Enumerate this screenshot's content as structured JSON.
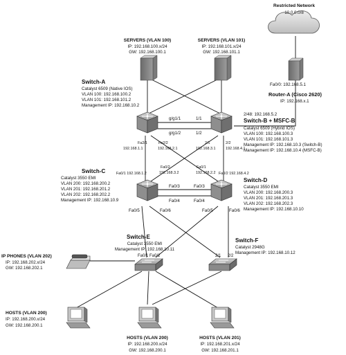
{
  "restricted_network": {
    "title": "Restricted Network",
    "subnet": "10.0.0.0/8"
  },
  "servers_100": {
    "title": "SERVERS (VLAN 100)",
    "ip": "IP: 192.168.100.x/24",
    "gw": "GW: 192.168.100.1"
  },
  "servers_101": {
    "title": "SERVERS (VLAN 101)",
    "ip": "IP: 192.168.101.x/24",
    "gw": "GW: 192.168.101.1"
  },
  "router_a": {
    "fa_ip": "Fa0/0: 192.168.5.1",
    "title": "Router-A (Cisco 2620)",
    "ip": "IP: 192.168.x.1"
  },
  "switch_a": {
    "title": "Switch-A",
    "model": "Catalyst 6509 (Native IOS)",
    "vlan100": "VLAN 100: 192.168.100.2",
    "vlan101": "VLAN 101: 192.168.101.2",
    "mgmt": "Management IP: 192.168.10.2"
  },
  "switch_b": {
    "port_ip": "2/48: 192.168.5.2",
    "title": "Switch-B + MSFC-B",
    "model": "Catalyst 6509 (Hybrid IOS)",
    "vlan100": "VLAN 100: 192.168.100.3",
    "vlan101": "VLAN 101: 192.168.101.3",
    "mgmt1": "Management IP: 192.168.10.3 (Switch-B)",
    "mgmt2": "Management IP: 192.168.10.4 (MSFC-B)"
  },
  "switch_c": {
    "title": "Switch-C",
    "model": "Catalyst 3550 EMI",
    "vlan200": "VLAN 200: 192.168.200.2",
    "vlan201": "VLAN 201: 192.168.201.2",
    "vlan202": "VLAN 202: 192.168.202.2",
    "mgmt": "Management IP: 192.168.10.9"
  },
  "switch_d": {
    "title": "Switch-D",
    "model": "Catalyst 3550 EMI",
    "vlan200": "VLAN 200: 192.168.200.3",
    "vlan201": "VLAN 201: 192.168.201.3",
    "vlan202": "VLAN 202: 192.168.202.3",
    "mgmt": "Management IP: 192.168.10.10"
  },
  "switch_e": {
    "title": "Switch-E",
    "model": "Catalyst 3550 EMI",
    "mgmt": "Management IP: 192.168.10.11"
  },
  "switch_f": {
    "title": "Switch-F",
    "model": "Catalyst 2948G",
    "mgmt": "Management IP: 192.168.10.12"
  },
  "ip_phones": {
    "title": "IP PHONES (VLAN 202)",
    "ip": "IP: 192.168.202.x/24",
    "gw": "GW: 192.168.202.1"
  },
  "hosts_left": {
    "title": "HOSTS (VLAN 200)",
    "ip": "IP: 192.168.200.x/24",
    "gw": "GW: 192.168.200.1"
  },
  "hosts_mid": {
    "title": "HOSTS (VLAN 200)",
    "ip": "IP: 192.168.200.x/24",
    "gw": "GW: 192.168.200.1"
  },
  "hosts_right": {
    "title": "HOSTS (VLAN 201)",
    "ip": "IP: 192.168.201.x/24",
    "gw": "GW: 192.168.201.1"
  },
  "ports": {
    "a_g1_1": "g/g1/1",
    "a_g1_2": "g/g1/2",
    "b_1_1": "1/1",
    "b_1_2": "1/2",
    "a_2_1": "Fa2/1",
    "a_2_1_ip": "192.168.1.1",
    "a_2_2": "Fa2/2",
    "a_2_2_ip": "192.168.2.1",
    "b_2_1": "2/1",
    "b_2_1_ip": "192.168.3.1",
    "b_2_2": "2/2",
    "b_2_2_ip": "192.168.4.1",
    "c_01": "Fa0/1 192.168.1.2",
    "c_02": "Fa0/2",
    "c_02_ip": "192.168.3.2",
    "d_01": "Fa0/1",
    "d_01_ip": "192.168.2.2",
    "d_02": "Fa0/2 192.168.4.2",
    "c_03": "Fa0/3",
    "c_04": "Fa0/4",
    "d_03": "Fa0/3",
    "d_04": "Fa0/4",
    "c_05": "Fa0/5",
    "c_06": "Fa0/6",
    "d_05": "Fa0/5",
    "d_06": "Fa0/6",
    "e_01": "Fa0/1",
    "e_02": "Fa0/2",
    "f_21": "2/1",
    "f_22": "2/2"
  }
}
